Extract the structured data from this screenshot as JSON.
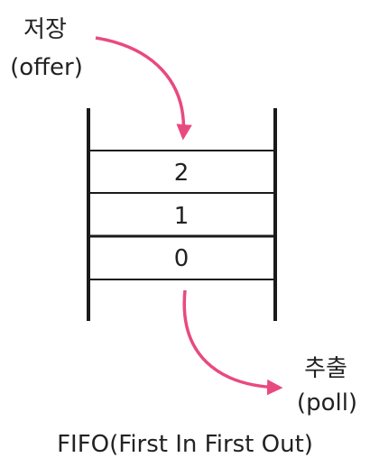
{
  "labels": {
    "store": "저장",
    "offer": "(offer)",
    "extract": "추출",
    "poll": "(poll)",
    "caption": "FIFO(First In First Out)"
  },
  "queue": {
    "items": [
      "2",
      "1",
      "0"
    ]
  },
  "colors": {
    "arrow": "#e84a7f",
    "lines": "#1a1a1a"
  }
}
